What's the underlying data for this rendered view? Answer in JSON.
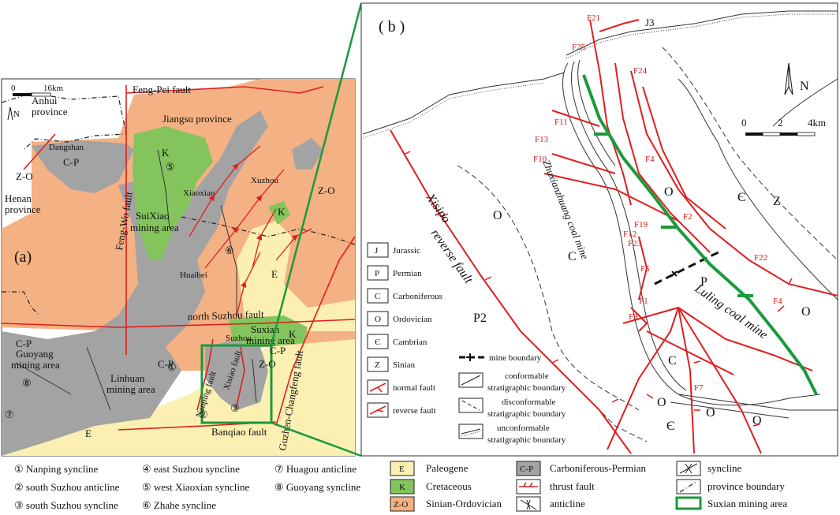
{
  "colors": {
    "paleogene": "#fbefb2",
    "cretaceous": "#84c45c",
    "carboniferous_permian": "#a3a3a3",
    "sinian_ordovician": "#f4b183",
    "fault": "#e01e1e",
    "suxian_frame": "#1a9a3c",
    "coal_mine": "#1a9a3c"
  },
  "panel_a": {
    "label": "(a)",
    "scale": {
      "zero": "0",
      "dist": "16km"
    },
    "north": "N",
    "regions": {
      "anhui": "Anhui",
      "province1": "province",
      "jiangsu": "Jiangsu province",
      "henan": "Henan",
      "province2": "province"
    },
    "faults": {
      "fengpei": "Feng-Pei fault",
      "fengwo": "Feng-Wo fault",
      "north_suzhou": "north Suzhou fault",
      "nanping": "Nanping fault",
      "xisiao": "Xisiao fault",
      "banqiao": "Banqiao fault",
      "guzhen": "Guzhen-Changfeng fault"
    },
    "places": {
      "dangshan": "Dangshan",
      "xiaoxian": "Xiaoxian",
      "xuzhou": "Xuzhou",
      "huaibei": "Huaibei",
      "suzhou": "Suzhou"
    },
    "areas": {
      "suixiao1": "SuiXiao",
      "suixiao2": "mining area",
      "suxian1": "Suxian",
      "suxian2": "mining area",
      "linhuan1": "Linhuan",
      "linhuan2": "mining area",
      "guoyang1": "Guoyang",
      "guoyang2": "mining area"
    },
    "units": {
      "cp1": "C-P",
      "cp2": "C-P",
      "cp3": "C-P",
      "cp4": "C-P",
      "zo1": "Z-O",
      "zo2": "Z-O",
      "zo3": "Z-O",
      "k1": "K",
      "k2": "K",
      "k3": "K",
      "e1": "E",
      "e2": "E"
    },
    "numbers": {
      "n1": "①",
      "n2": "②",
      "n3": "③",
      "n5": "⑤",
      "n6": "⑥",
      "n7": "⑦",
      "n8": "⑧"
    }
  },
  "panel_b": {
    "label": "( b )",
    "north": "N",
    "scale": {
      "t0": "0",
      "t2": "2",
      "t4": "4km"
    },
    "faults": {
      "f21": "F21",
      "f25": "F25",
      "f24": "F24",
      "f11": "F11",
      "f13": "F13",
      "f10": "F10",
      "f4a": "F4",
      "f2": "F2",
      "f19": "F19",
      "f12": "F12",
      "f23": "F23",
      "f5": "F5",
      "f22": "F22",
      "f4b": "F4",
      "f1": "F1",
      "f9": "F9",
      "f7": "F7"
    },
    "units": {
      "j3": "J3",
      "o1": "O",
      "o2": "O",
      "o3": "O",
      "o4": "O",
      "o5": "O",
      "o6": "O",
      "c1": "C",
      "c2": "C",
      "cam1": "Є",
      "cam2": "Є",
      "z": "Z",
      "p2": "P2",
      "p": "P"
    },
    "labels": {
      "xisipo1": "Xisipo",
      "xisipo2": "reverse fault",
      "zhuxian": "Zhuxianzhuang coal mine",
      "luling": "Luling coal mine"
    }
  },
  "legend_b": [
    {
      "sym": "J",
      "text": "Jurassic"
    },
    {
      "sym": "P",
      "text": "Permian"
    },
    {
      "sym": "C",
      "text": "Carboniferous"
    },
    {
      "sym": "O",
      "text": "Ordovician"
    },
    {
      "sym": "Є",
      "text": "Cambrian"
    },
    {
      "sym": "Z",
      "text": "Sinian"
    },
    {
      "sym": "",
      "text": "normal fault"
    },
    {
      "sym": "",
      "text": "reverse fault"
    }
  ],
  "legend_b2": {
    "mine": "mine boundary",
    "conf1": "conformable",
    "conf2": "stratigraphic boundary",
    "disc1": "disconformable",
    "disc2": "stratigraphic boundary",
    "unconf1": "unconformable",
    "unconf2": "stratigraphic boundary"
  },
  "legend_bottom": {
    "synclines": [
      "① Nanping syncline",
      "② south Suzhou anticline",
      "③ south Suzhou syncline",
      "④ east Suzhou syncline",
      "⑤ west Xiaoxian syncline",
      "⑥ Zhahe syncline",
      "⑦ Huagou anticline",
      "⑧ Guoyang syncline"
    ],
    "units": [
      {
        "sym": "E",
        "text": "Paleogene"
      },
      {
        "sym": "K",
        "text": "Cretaceous"
      },
      {
        "sym": "Z-O",
        "text": "Sinian-Ordovician"
      },
      {
        "sym": "C-P",
        "text": "Carboniferous-Permian"
      },
      {
        "sym": "",
        "text": "thrust fault"
      },
      {
        "sym": "",
        "text": "anticline"
      }
    ],
    "other": [
      "syncline",
      "province boundary",
      "Suxian mining area"
    ]
  }
}
